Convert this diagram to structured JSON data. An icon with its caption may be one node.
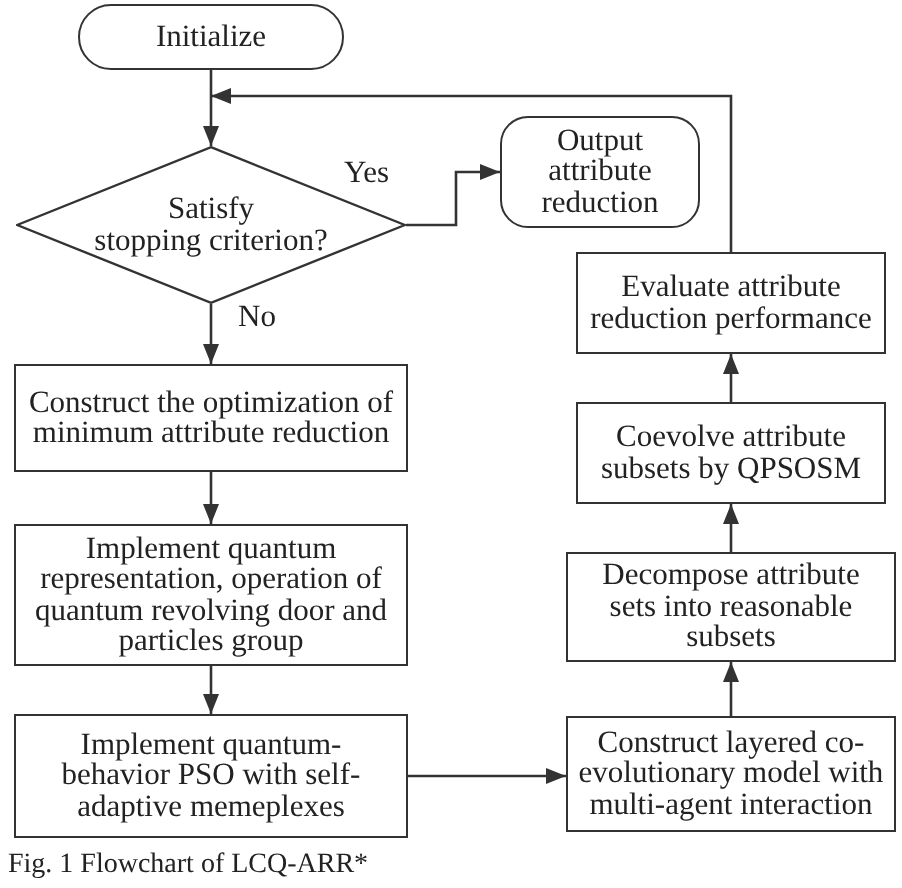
{
  "diagram": {
    "caption": "Fig. 1 Flowchart of LCQ-ARR*",
    "nodes": [
      {
        "text": [
          "Initialize"
        ]
      },
      {
        "text": [
          "Satisfy stopping criterion?"
        ]
      },
      {
        "text": [
          "Output attribute reduction"
        ]
      },
      {
        "text": [
          "Construct the optimization of minimum attribute reduction"
        ]
      },
      {
        "text": [
          "Implement quantum representation, operation of quantum revolving door and particles group"
        ]
      },
      {
        "text": [
          "Implement quantum-behavior PSO with self-adaptive memeplexes"
        ]
      },
      {
        "text": [
          "Construct layered co-evolutionary model with multi-agent interaction"
        ]
      },
      {
        "text": [
          "Decompose attribute sets into reasonable subsets"
        ]
      },
      {
        "text": [
          "Coevolve attribute subsets by QPSOSM"
        ]
      },
      {
        "text": [
          "Evaluate attribute reduction performance"
        ]
      }
    ],
    "edges": [
      {
        "from": 0,
        "to": 1,
        "arrow": "to"
      },
      {
        "from": 1,
        "to": 2,
        "arrow": "to",
        "label": "Yes"
      },
      {
        "from": 1,
        "to": 3,
        "arrow": "to",
        "label": "No"
      },
      {
        "from": 3,
        "to": 4,
        "arrow": "to"
      },
      {
        "from": 4,
        "to": 5,
        "arrow": "to"
      },
      {
        "from": 5,
        "to": 6,
        "arrow": "to"
      },
      {
        "from": 6,
        "to": 7,
        "arrow": "to"
      },
      {
        "from": 7,
        "to": 8,
        "arrow": "to"
      },
      {
        "from": 8,
        "to": 9,
        "arrow": "to"
      },
      {
        "from": 9,
        "to": 1,
        "arrow": "to"
      }
    ]
  }
}
